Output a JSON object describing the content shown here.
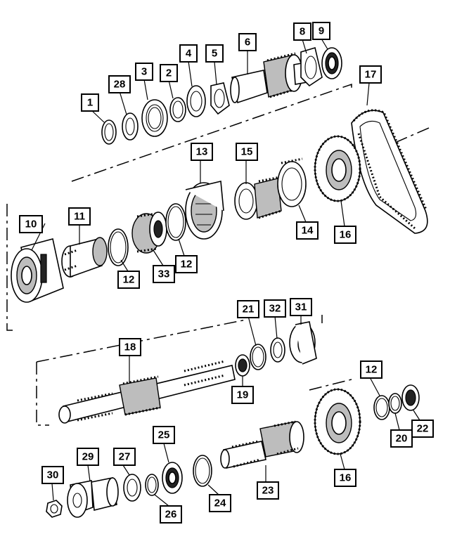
{
  "callouts": [
    {
      "id": "c1",
      "label": "1"
    },
    {
      "id": "c2",
      "label": "2"
    },
    {
      "id": "c3",
      "label": "3"
    },
    {
      "id": "c4",
      "label": "4"
    },
    {
      "id": "c5",
      "label": "5"
    },
    {
      "id": "c6",
      "label": "6"
    },
    {
      "id": "c8",
      "label": "8"
    },
    {
      "id": "c9",
      "label": "9"
    },
    {
      "id": "c10",
      "label": "10"
    },
    {
      "id": "c11",
      "label": "11"
    },
    {
      "id": "c12a",
      "label": "12"
    },
    {
      "id": "c12b",
      "label": "12"
    },
    {
      "id": "c12c",
      "label": "12"
    },
    {
      "id": "c13",
      "label": "13"
    },
    {
      "id": "c14",
      "label": "14"
    },
    {
      "id": "c15",
      "label": "15"
    },
    {
      "id": "c16a",
      "label": "16"
    },
    {
      "id": "c16b",
      "label": "16"
    },
    {
      "id": "c17",
      "label": "17"
    },
    {
      "id": "c18",
      "label": "18"
    },
    {
      "id": "c19",
      "label": "19"
    },
    {
      "id": "c20",
      "label": "20"
    },
    {
      "id": "c21",
      "label": "21"
    },
    {
      "id": "c22",
      "label": "22"
    },
    {
      "id": "c23",
      "label": "23"
    },
    {
      "id": "c24",
      "label": "24"
    },
    {
      "id": "c25",
      "label": "25"
    },
    {
      "id": "c26",
      "label": "26"
    },
    {
      "id": "c27",
      "label": "27"
    },
    {
      "id": "c28",
      "label": "28"
    },
    {
      "id": "c29",
      "label": "29"
    },
    {
      "id": "c30",
      "label": "30"
    },
    {
      "id": "c31",
      "label": "31"
    },
    {
      "id": "c32",
      "label": "32"
    },
    {
      "id": "c33",
      "label": "33"
    }
  ]
}
